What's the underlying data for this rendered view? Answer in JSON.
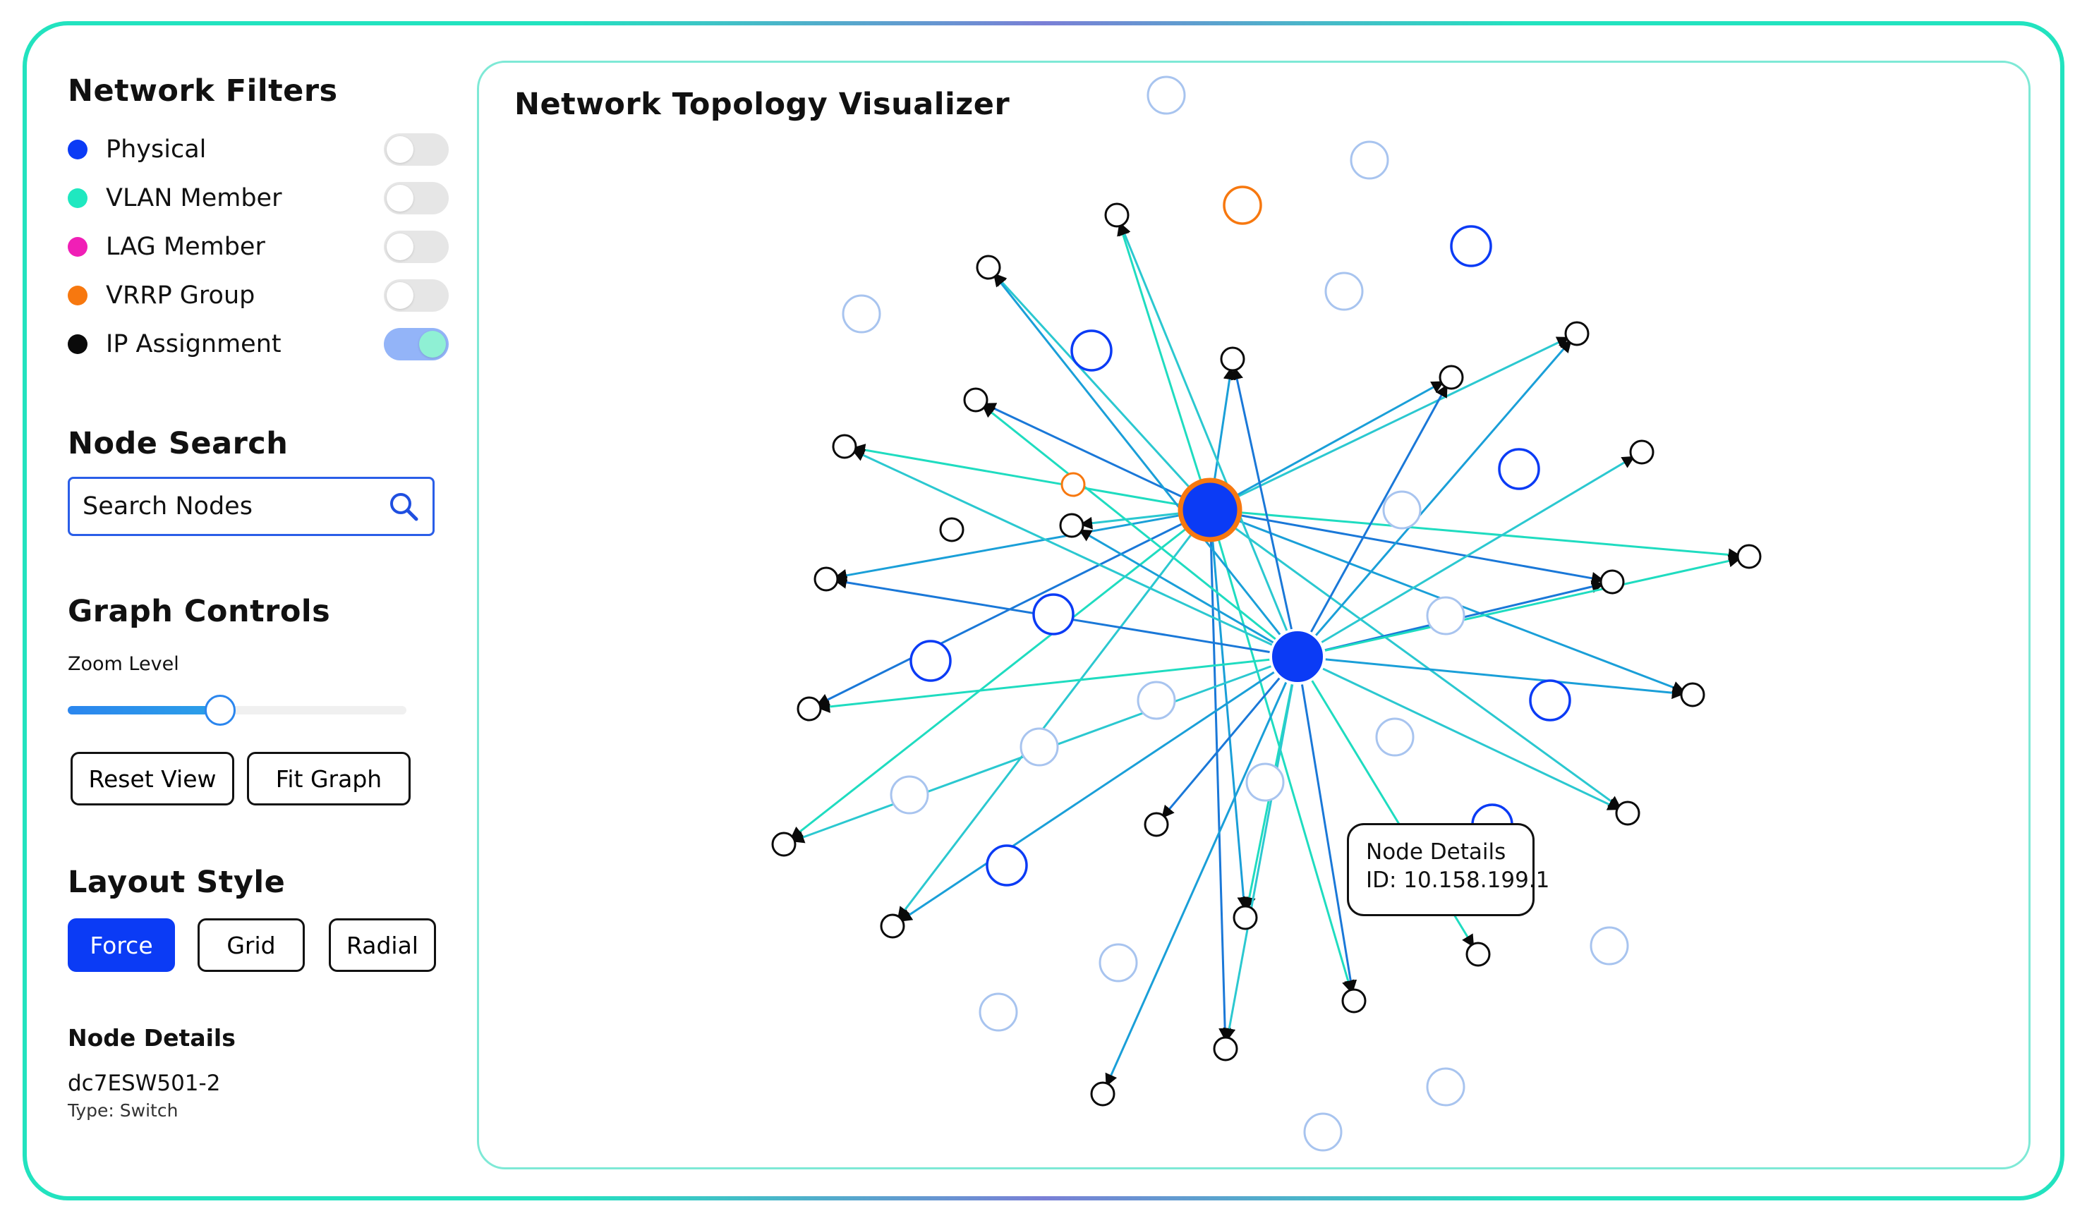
{
  "filters": {
    "title": "Network Filters",
    "items": [
      {
        "label": "Physical",
        "color": "#0b3bf5",
        "on": false
      },
      {
        "label": "VLAN Member",
        "color": "#1fe8c0",
        "on": false
      },
      {
        "label": "LAG Member",
        "color": "#f01fb6",
        "on": false
      },
      {
        "label": "VRRP Group",
        "color": "#f7780f",
        "on": false
      },
      {
        "label": "IP Assignment",
        "color": "#0a0a0a",
        "on": true
      }
    ]
  },
  "search": {
    "title": "Node Search",
    "placeholder": "Search Nodes",
    "icon": "search-icon"
  },
  "graph_controls": {
    "title": "Graph Controls",
    "zoom_label": "Zoom Level",
    "zoom_fraction": 0.43,
    "reset_label": "Reset View",
    "fit_label": "Fit Graph"
  },
  "layout_style": {
    "title": "Layout Style",
    "options": [
      "Force",
      "Grid",
      "Radial"
    ],
    "selected": "Force"
  },
  "node_details": {
    "title": "Node Details",
    "name": "dc7ESW501-2",
    "type": "Type: Switch"
  },
  "visualizer": {
    "title": "Network Topology Visualizer",
    "tooltip_title": "Node Details",
    "tooltip_id": "ID: 10.158.199.1"
  },
  "colors": {
    "accent": "#22e3bf",
    "physical_blue": "#0b3bf5",
    "edge_teal": "#1fdcc0",
    "edge_blue": "#1a78d8",
    "ip_node": "#0a0a0a",
    "faded_node": "#a8c4ef",
    "vrrp_orange": "#f7780f"
  }
}
